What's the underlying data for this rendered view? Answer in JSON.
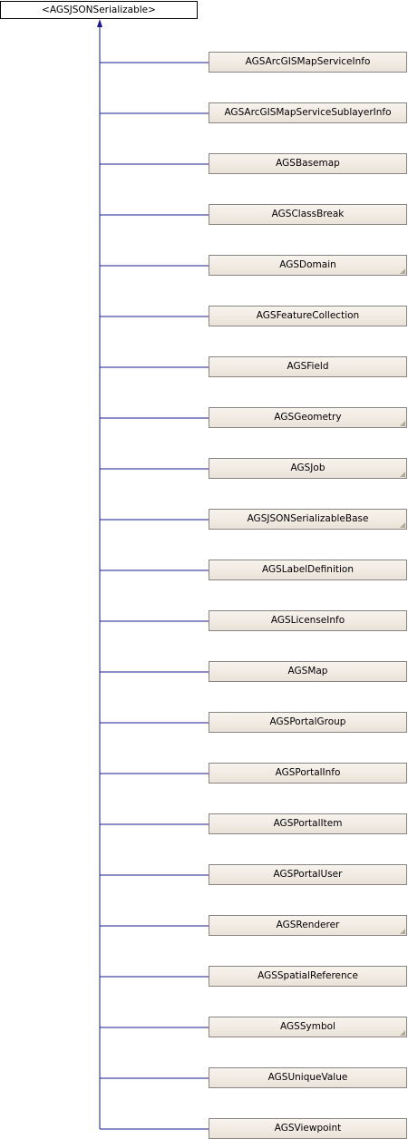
{
  "base_class": "<AGSJSONSerializable>",
  "subclasses": [
    {
      "label": "AGSArcGISMapServiceInfo",
      "has_children": false
    },
    {
      "label": "AGSArcGISMapServiceSublayerInfo",
      "has_children": false
    },
    {
      "label": "AGSBasemap",
      "has_children": false
    },
    {
      "label": "AGSClassBreak",
      "has_children": false
    },
    {
      "label": "AGSDomain",
      "has_children": true
    },
    {
      "label": "AGSFeatureCollection",
      "has_children": false
    },
    {
      "label": "AGSField",
      "has_children": false
    },
    {
      "label": "AGSGeometry",
      "has_children": true
    },
    {
      "label": "AGSJob",
      "has_children": true
    },
    {
      "label": "AGSJSONSerializableBase",
      "has_children": true
    },
    {
      "label": "AGSLabelDefinition",
      "has_children": false
    },
    {
      "label": "AGSLicenseInfo",
      "has_children": false
    },
    {
      "label": "AGSMap",
      "has_children": false
    },
    {
      "label": "AGSPortalGroup",
      "has_children": false
    },
    {
      "label": "AGSPortalInfo",
      "has_children": false
    },
    {
      "label": "AGSPortalItem",
      "has_children": false
    },
    {
      "label": "AGSPortalUser",
      "has_children": false
    },
    {
      "label": "AGSRenderer",
      "has_children": true
    },
    {
      "label": "AGSSpatialReference",
      "has_children": false
    },
    {
      "label": "AGSSymbol",
      "has_children": true
    },
    {
      "label": "AGSUniqueValue",
      "has_children": false
    },
    {
      "label": "AGSViewpoint",
      "has_children": false
    }
  ],
  "colors": {
    "edge": "#1a1a8c",
    "node_border": "#8a8580",
    "fold": "#b3aa9e"
  }
}
